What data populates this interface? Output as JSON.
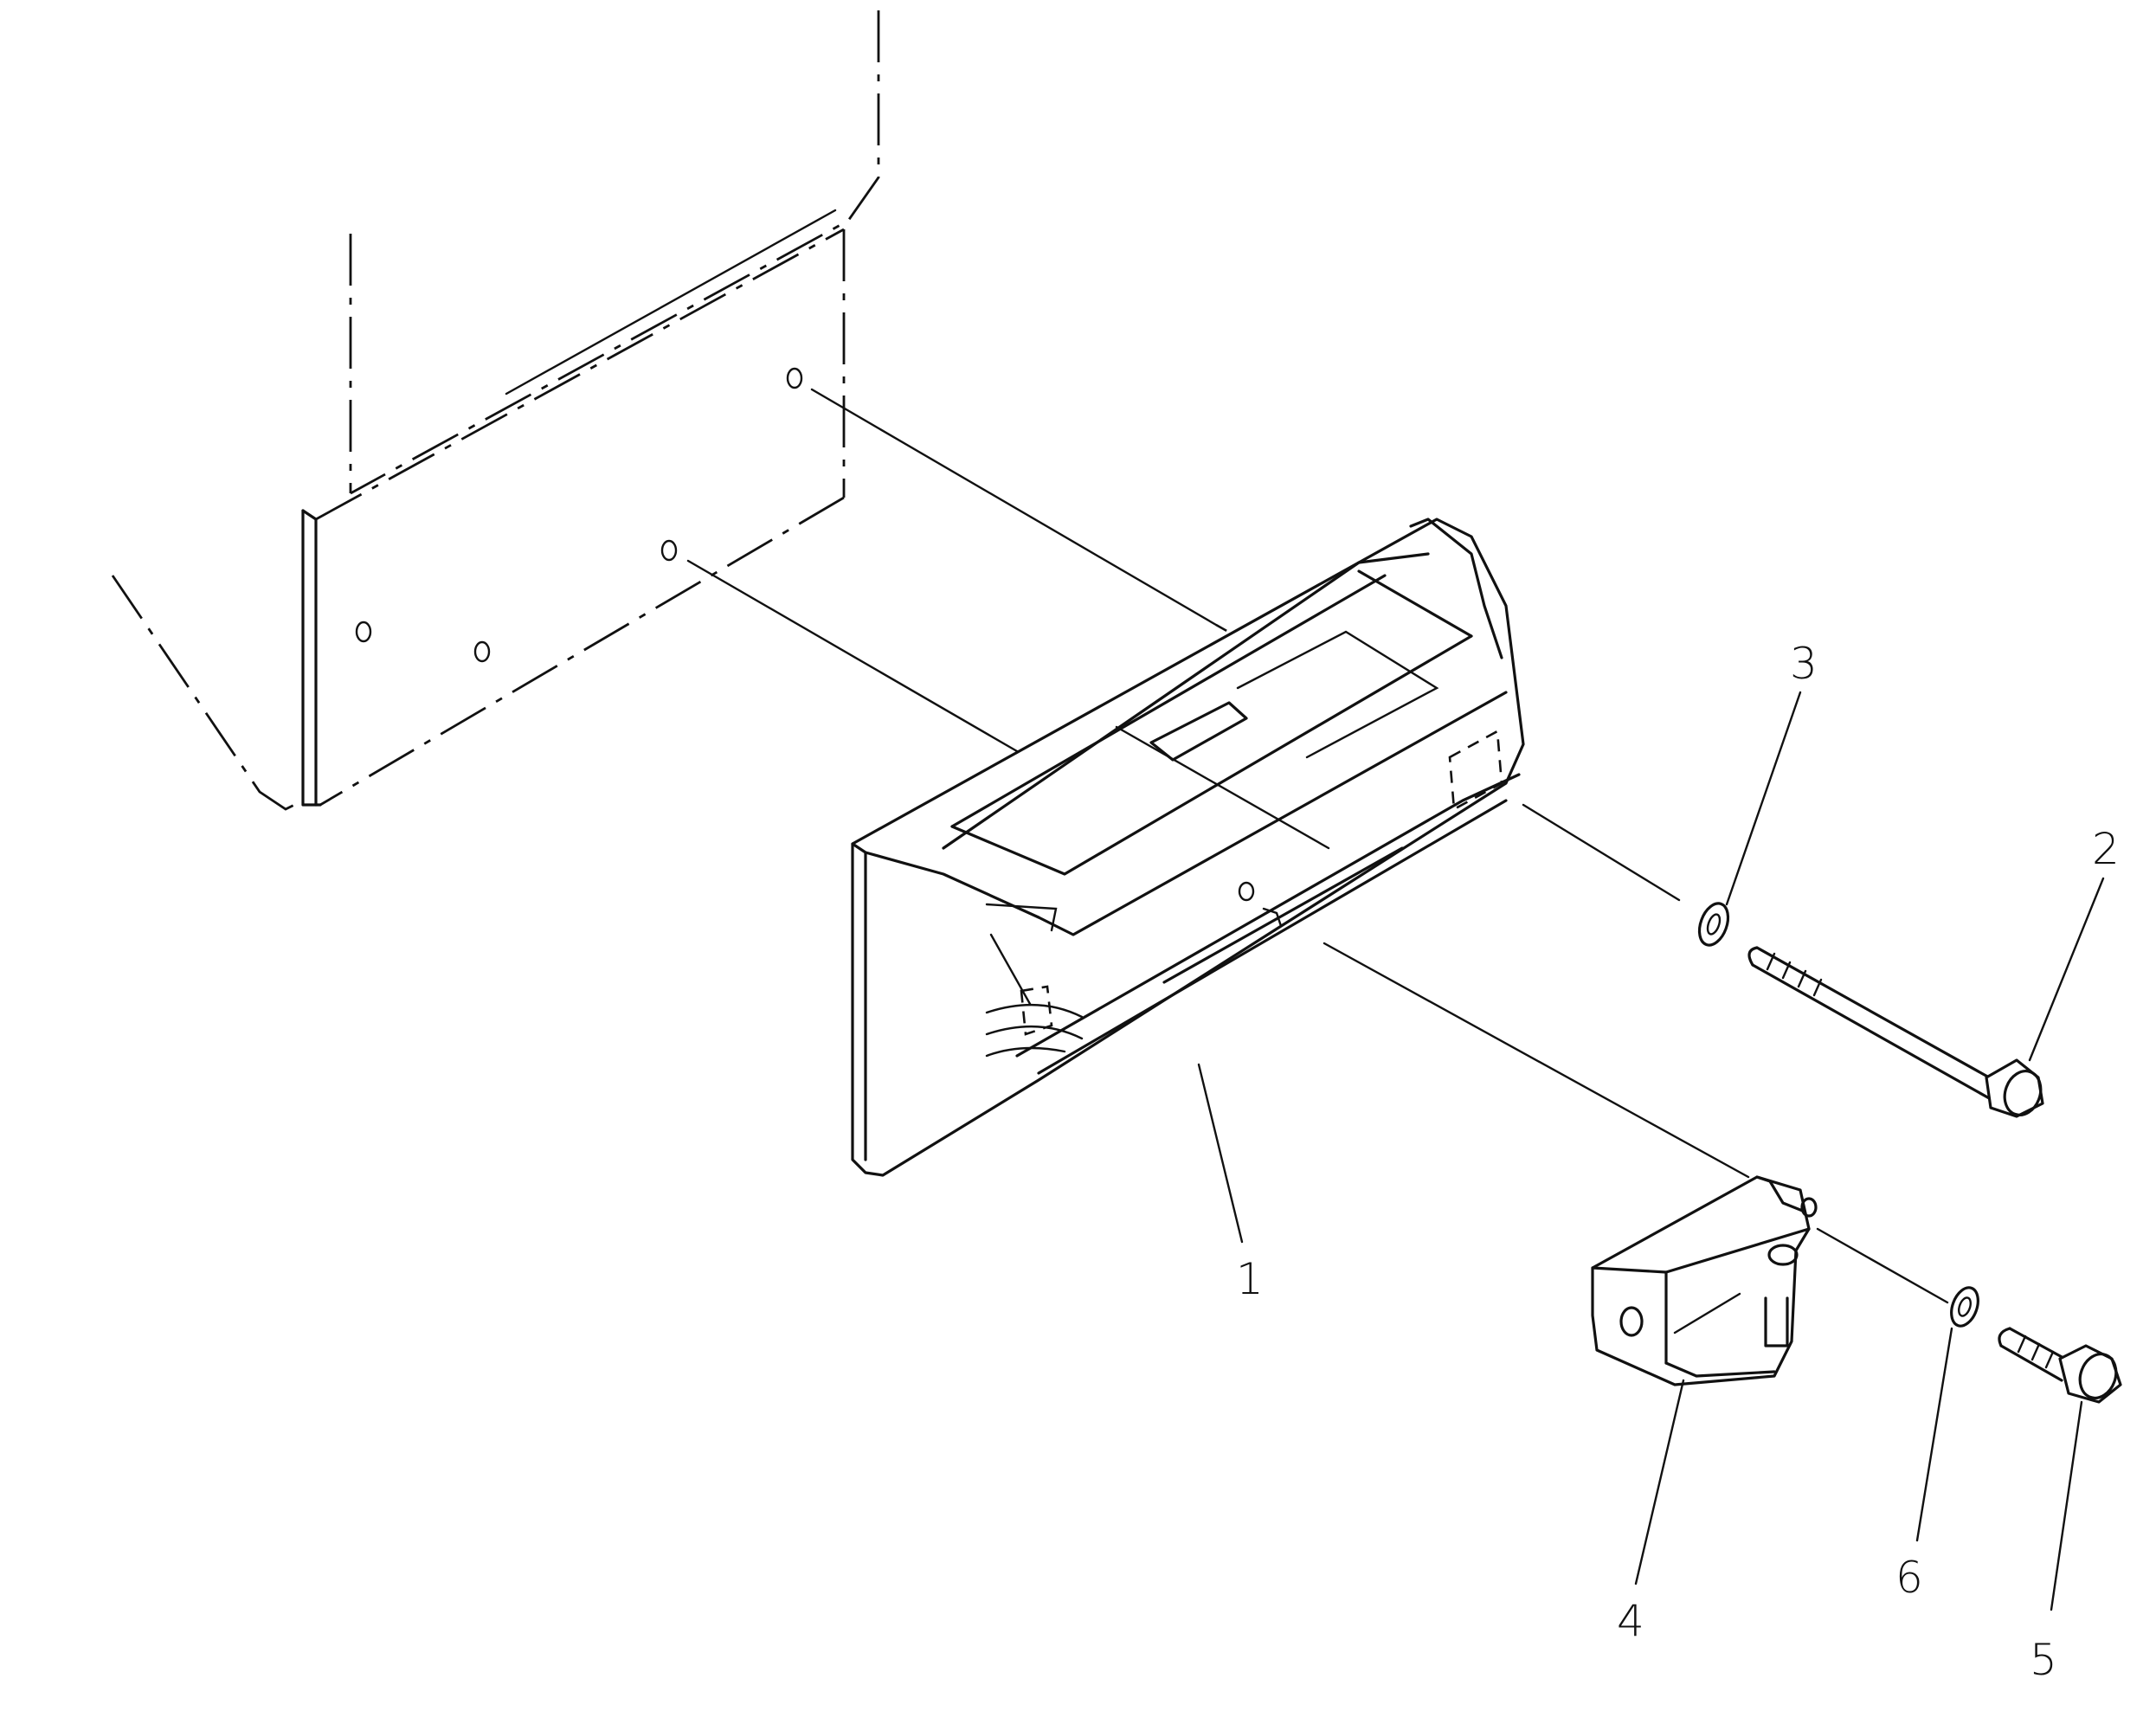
{
  "callouts": [
    {
      "id": "1",
      "label": "1"
    },
    {
      "id": "2",
      "label": "2"
    },
    {
      "id": "3",
      "label": "3"
    },
    {
      "id": "4",
      "label": "4"
    },
    {
      "id": "5",
      "label": "5"
    },
    {
      "id": "6",
      "label": "6"
    }
  ],
  "colors": {
    "ink": "#111111",
    "paper": "#ffffff"
  }
}
